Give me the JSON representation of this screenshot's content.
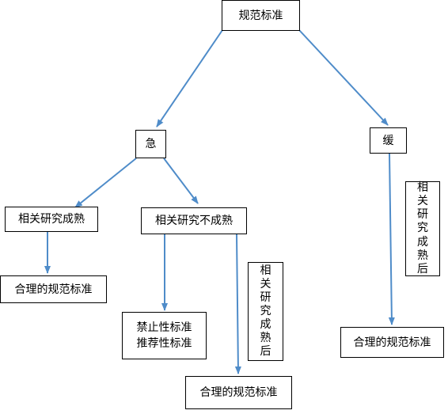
{
  "nodes": {
    "root": "规范标准",
    "urgent": "急",
    "slow": "缓",
    "mature": "相关研究成熟",
    "immature": "相关研究不成熟",
    "std_mature": "合理的规范标准",
    "prohibitive": "禁止性标准",
    "recommended": "推荐性标准",
    "std_immature": "合理的规范标准",
    "std_slow": "合理的规范标准"
  },
  "notes": {
    "immature_note": "相关研究成熟后",
    "slow_note": "相关研究成熟后"
  },
  "colors": {
    "arrow": "#4f8cc9",
    "border": "#000000"
  }
}
